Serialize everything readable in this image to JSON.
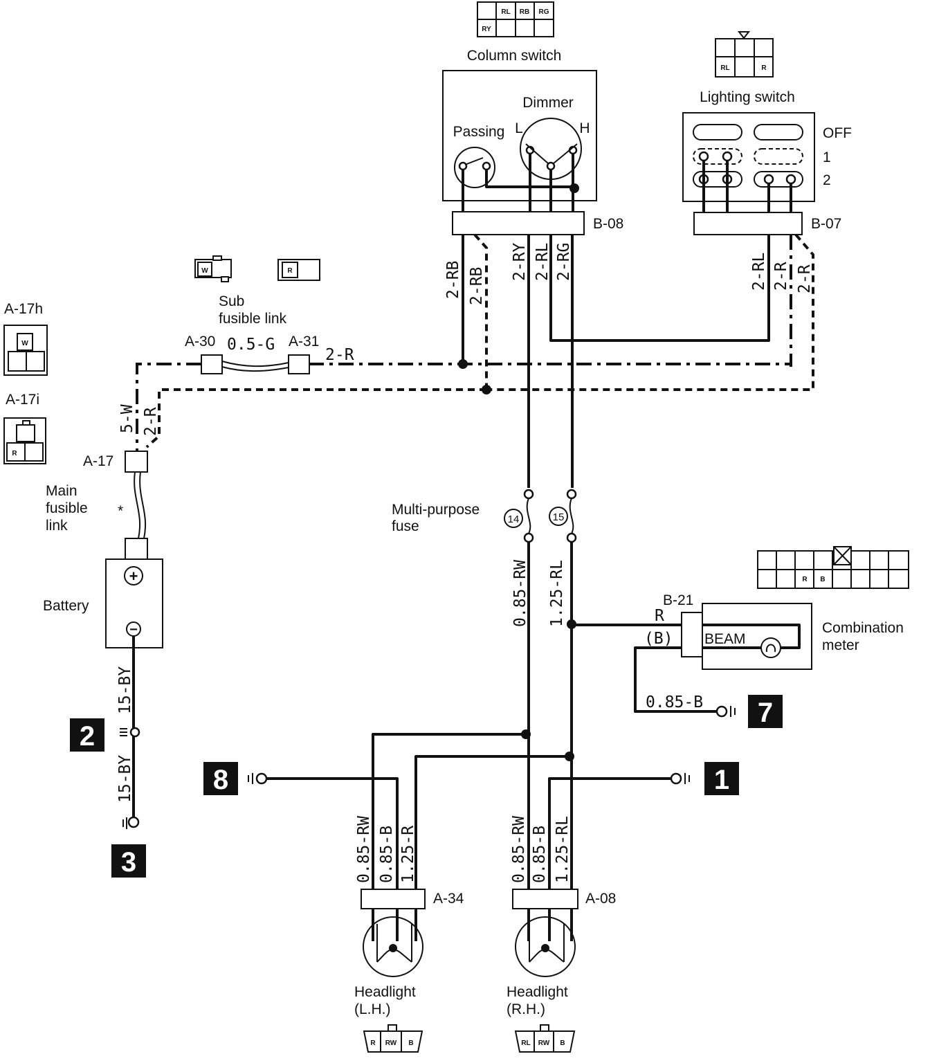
{
  "components": {
    "column_switch": "Column switch",
    "dimmer": "Dimmer",
    "passing": "Passing",
    "dimmer_low": "L",
    "dimmer_high": "H",
    "lighting_switch": "Lighting switch",
    "lighting_positions": [
      "OFF",
      "1",
      "2"
    ],
    "sub_fusible_link": [
      "Sub",
      "fusible link"
    ],
    "main_fusible_link": [
      "Main",
      "fusible",
      "link"
    ],
    "main_link_mark": "*",
    "battery": "Battery",
    "battery_pos": "+",
    "battery_neg": "−",
    "multi_purpose_fuse": [
      "Multi-purpose",
      "fuse"
    ],
    "fuse_numbers": [
      "14",
      "15"
    ],
    "combination_meter": [
      "Combination",
      "meter"
    ],
    "beam": "BEAM",
    "headlight_lh": [
      "Headlight",
      "(L.H.)"
    ],
    "headlight_rh": [
      "Headlight",
      "(R.H.)"
    ]
  },
  "connectors": {
    "b08": "B-08",
    "b07": "B-07",
    "a17h": "A-17h",
    "a17i": "A-17i",
    "a17": "A-17",
    "a30": "A-30",
    "a31": "A-31",
    "b21": "B-21",
    "a34": "A-34",
    "a08": "A-08"
  },
  "connector_pins": {
    "column_switch": [
      "RL",
      "RB",
      "RG",
      "RY"
    ],
    "lighting_switch": [
      "RL",
      "R"
    ],
    "sub_link_w": "W",
    "sub_link_r": "R",
    "a17h": "W",
    "a17i": "R",
    "combination_meter": [
      "R",
      "B"
    ],
    "headlight_lh": [
      "R",
      "RW",
      "B"
    ],
    "headlight_rh": [
      "RL",
      "RW",
      "B"
    ]
  },
  "wires": {
    "rb_solid": "2-RB",
    "rb_dashed": "2-RB",
    "ry": "2-RY",
    "rl_col": "2-RL",
    "rg": "2-RG",
    "rl_light": "2-RL",
    "r_light": "2-R",
    "r_light_dashed": "2-R",
    "sub_link": "0.5-G",
    "a31_out": "2-R",
    "a17_w": "5-W",
    "a17_r": "2-R",
    "fuse14_out": "0.85-RW",
    "fuse15_out": "1.25-RL",
    "meter_r": "R",
    "meter_b": "(B)",
    "meter_ground": "0.85-B",
    "batt_upper": "15-BY",
    "batt_lower": "15-BY",
    "lh_rw": "0.85-RW",
    "lh_b": "0.85-B",
    "lh_r": "1.25-R",
    "rh_rw": "0.85-RW",
    "rh_b": "0.85-B",
    "rh_rl": "1.25-RL"
  },
  "ground_numbers": {
    "g1": "1",
    "g2": "2",
    "g3": "3",
    "g7": "7",
    "g8": "8"
  }
}
